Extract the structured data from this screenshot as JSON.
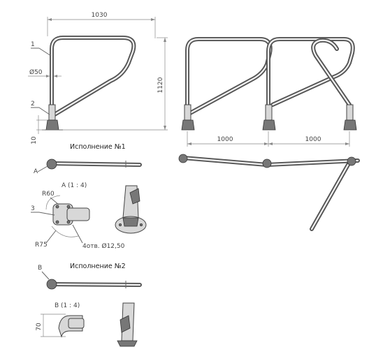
{
  "dimensions": {
    "width_top": "1030",
    "height_right": "1120",
    "base_height": "10",
    "tube_diameter": "Ø50",
    "span_1": "1000",
    "span_2": "1000",
    "radius_60": "R60",
    "radius_75": "R75",
    "holes": "4отв. Ø12,50",
    "height_70": "70"
  },
  "callouts": {
    "item_1": "1",
    "item_2": "2",
    "item_3": "3",
    "view_a_marker": "A",
    "view_b_marker": "B"
  },
  "headings": {
    "variant_1": "Исполнение №1",
    "variant_2": "Исполнение №2",
    "detail_a": "A (1 : 4)",
    "detail_b": "B (1 : 4)"
  }
}
